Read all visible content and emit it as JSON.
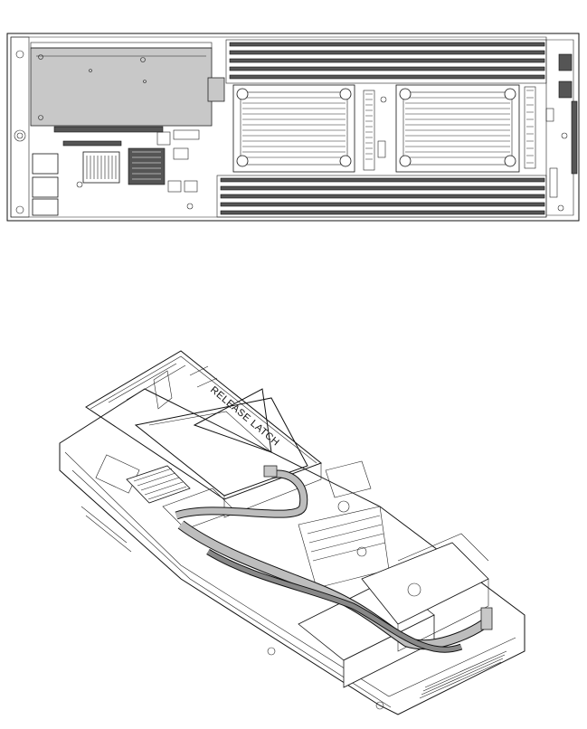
{
  "figure": {
    "top_view": {
      "highlight_fill": "#c8c8c8",
      "dimm_slot_count_top": 5,
      "dimm_slot_count_bottom": 5,
      "heatsink_count": 2
    },
    "iso_view": {
      "latch_label": "RELEASE LATCH",
      "cable_fill": "#bdbdbd"
    }
  }
}
